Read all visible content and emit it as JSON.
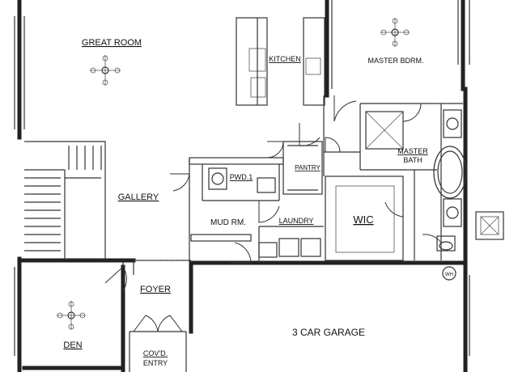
{
  "rooms": {
    "great_room": "GREAT ROOM",
    "kitchen": "KITCHEN",
    "master_bedroom": "MASTER BDRM.",
    "master_bath_line1": "MASTER",
    "master_bath_line2": "BATH",
    "pantry": "PANTRY",
    "powder": "PWD.1",
    "gallery": "GALLERY",
    "mud_room": "MUD RM.",
    "laundry": "LAUNDRY",
    "wic": "WIC",
    "foyer": "FOYER",
    "garage": "3 CAR GARAGE",
    "den": "DEN",
    "covered_entry_line1": "COV'D.",
    "covered_entry_line2": "ENTRY",
    "water_heater": "WH"
  },
  "colors": {
    "wall": "#222222",
    "line": "#333333",
    "background": "#ffffff"
  }
}
